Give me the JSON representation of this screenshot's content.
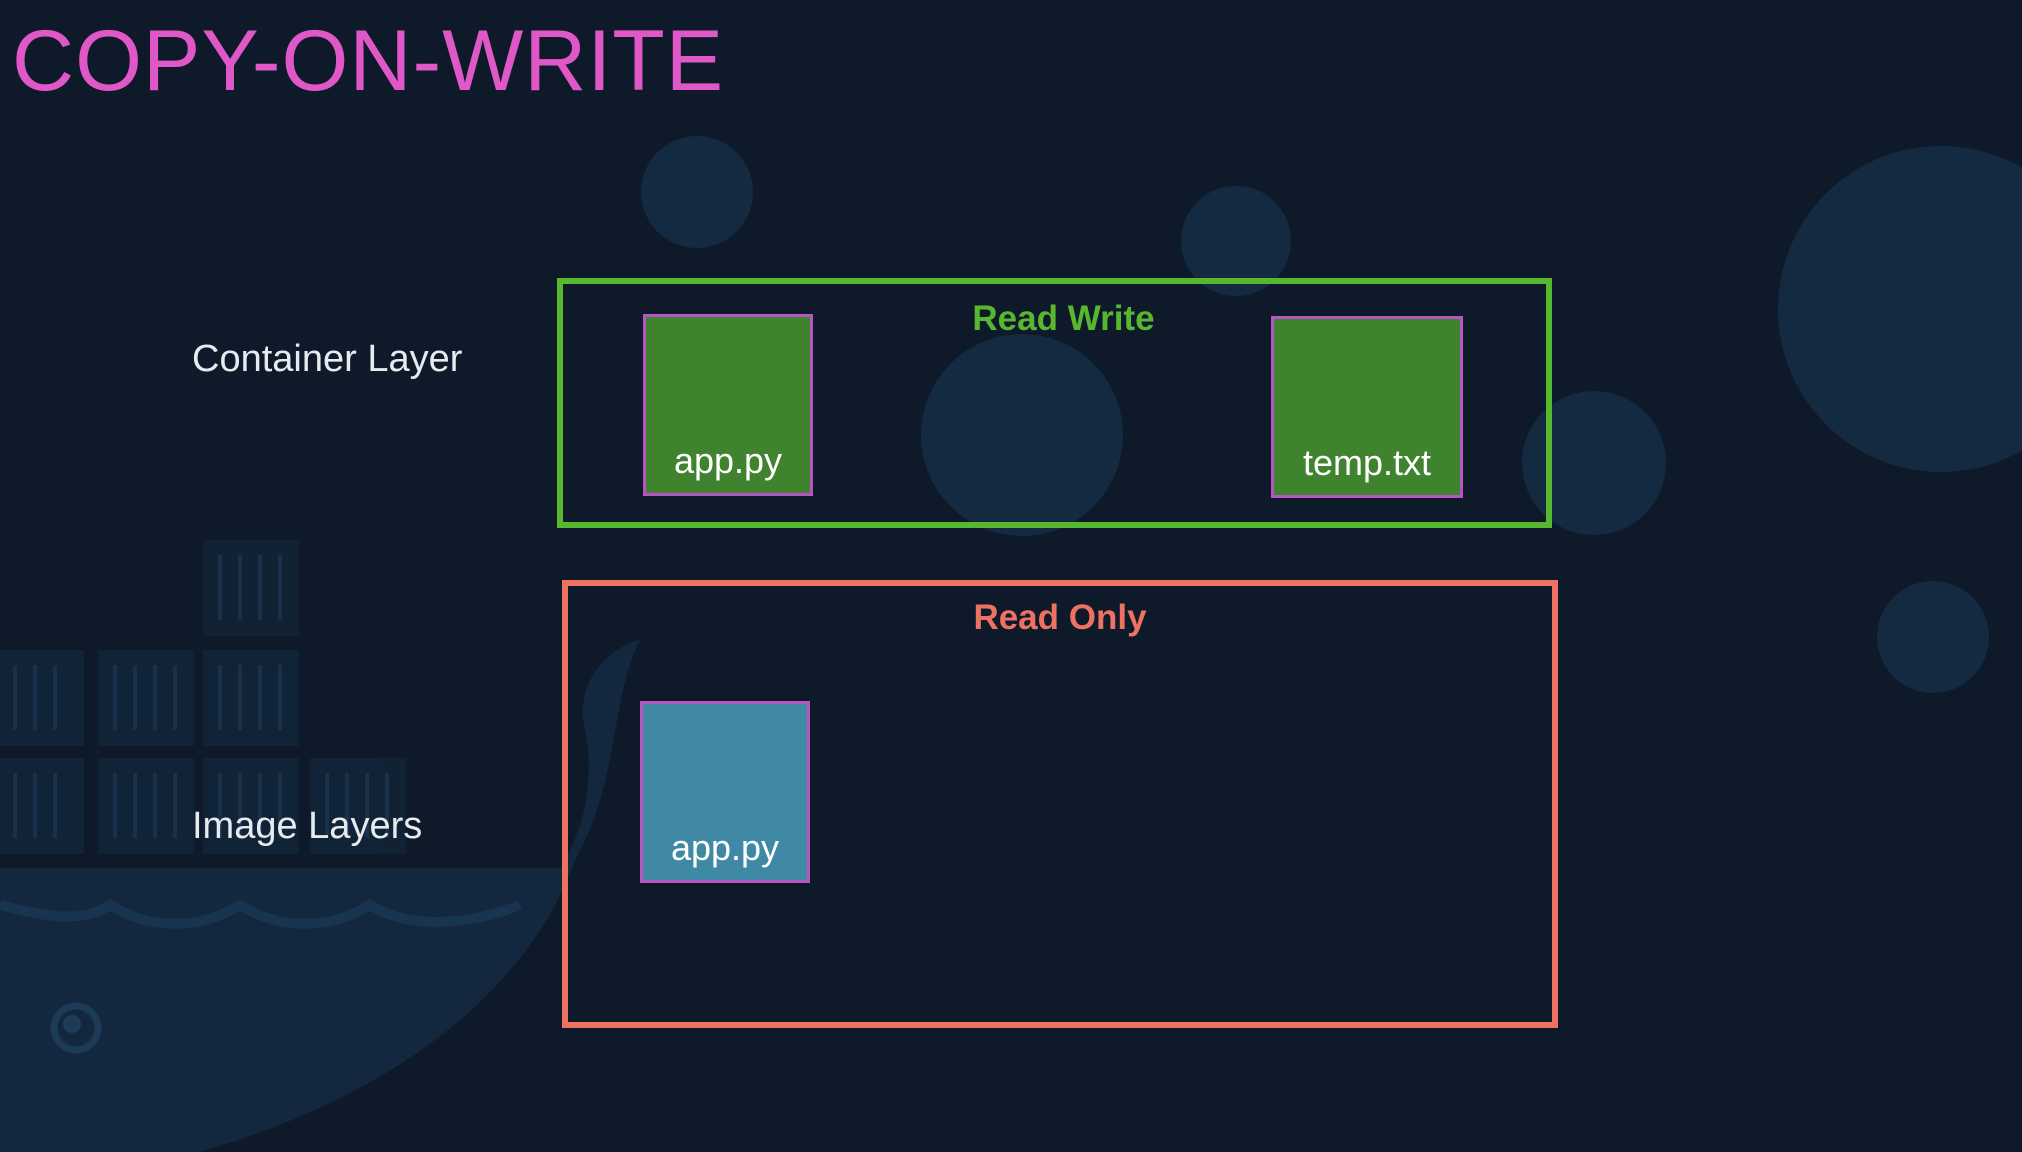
{
  "slide": {
    "title": "COPY-ON-WRITE",
    "colors": {
      "background": "#0e1a2a",
      "title": "#e058c8",
      "read_write": "#57b830",
      "read_only": "#ee7262",
      "file_writable": "#3f832e",
      "file_image": "#3f89a5",
      "file_border": "#b556c2"
    }
  },
  "rows": {
    "container_label": "Container Layer",
    "image_label": "Image Layers"
  },
  "container_layer": {
    "caption": "Read Write",
    "files": [
      "app.py",
      "temp.txt"
    ]
  },
  "image_layer": {
    "caption": "Read Only",
    "files": [
      "app.py"
    ]
  },
  "background": {
    "decoration": "docker-whale-icon"
  }
}
